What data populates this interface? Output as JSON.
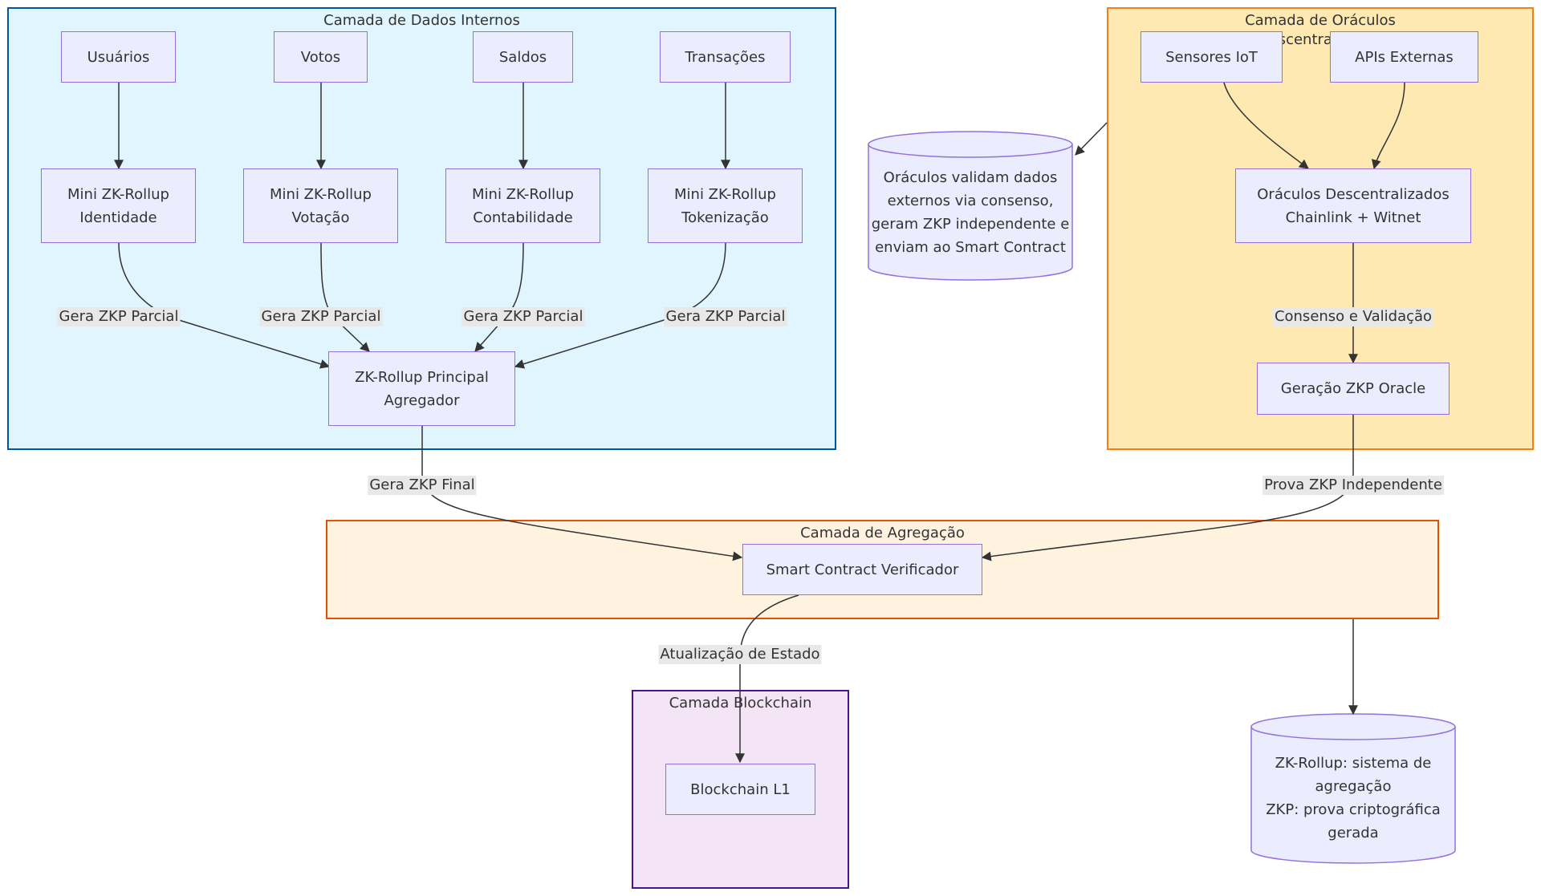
{
  "colors": {
    "node_fill": "#ececff",
    "node_border": "#9370db",
    "edge": "#333333",
    "label_bg": "#e8e8e8",
    "internal_fill": "#e1f5fe",
    "internal_border": "#01579b",
    "oracle_fill": "#ffe9b3",
    "oracle_border": "#f57f17",
    "agg_fill": "#fff3e0",
    "agg_border": "#e65100",
    "chain_fill": "#f3e5f5",
    "chain_border": "#4a148c"
  },
  "subgraphs": {
    "internal": {
      "title": "Camada de Dados Internos"
    },
    "oracle": {
      "title_line1": "Camada de Oráculos",
      "title_line2": "Descentralizados"
    },
    "aggregation": {
      "title": "Camada de Agregação"
    },
    "blockchain": {
      "title": "Camada Blockchain"
    }
  },
  "nodes": {
    "usuarios": {
      "lines": [
        "Usuários"
      ]
    },
    "votos": {
      "lines": [
        "Votos"
      ]
    },
    "saldos": {
      "lines": [
        "Saldos"
      ]
    },
    "transacoes": {
      "lines": [
        "Transações"
      ]
    },
    "mini_identidade": {
      "lines": [
        "Mini ZK-Rollup",
        "Identidade"
      ]
    },
    "mini_votacao": {
      "lines": [
        "Mini ZK-Rollup",
        "Votação"
      ]
    },
    "mini_contabilidade": {
      "lines": [
        "Mini ZK-Rollup",
        "Contabilidade"
      ]
    },
    "mini_tokenizacao": {
      "lines": [
        "Mini ZK-Rollup",
        "Tokenização"
      ]
    },
    "principal": {
      "lines": [
        "ZK-Rollup Principal",
        "Agregador"
      ]
    },
    "sensores": {
      "lines": [
        "Sensores IoT"
      ]
    },
    "apis": {
      "lines": [
        "APIs Externas"
      ]
    },
    "oraculos": {
      "lines": [
        "Oráculos Descentralizados",
        "Chainlink + Witnet"
      ]
    },
    "geracao": {
      "lines": [
        "Geração ZKP Oracle"
      ]
    },
    "verificador": {
      "lines": [
        "Smart Contract Verificador"
      ]
    },
    "blockchain_l1": {
      "lines": [
        "Blockchain L1"
      ]
    }
  },
  "notes": {
    "oracle_note": {
      "lines": [
        "Oráculos validam dados",
        "externos via consenso,",
        "geram ZKP independente e",
        "enviam ao Smart Contract"
      ]
    },
    "rollup_note": {
      "lines": [
        "ZK-Rollup: sistema de",
        "agregação",
        "ZKP: prova criptográfica",
        "gerada"
      ]
    }
  },
  "edge_labels": {
    "parcial_1": "Gera ZKP Parcial",
    "parcial_2": "Gera ZKP Parcial",
    "parcial_3": "Gera ZKP Parcial",
    "parcial_4": "Gera ZKP Parcial",
    "consenso": "Consenso e Validação",
    "final": "Gera ZKP Final",
    "independente": "Prova ZKP Independente",
    "estado": "Atualização de Estado"
  }
}
